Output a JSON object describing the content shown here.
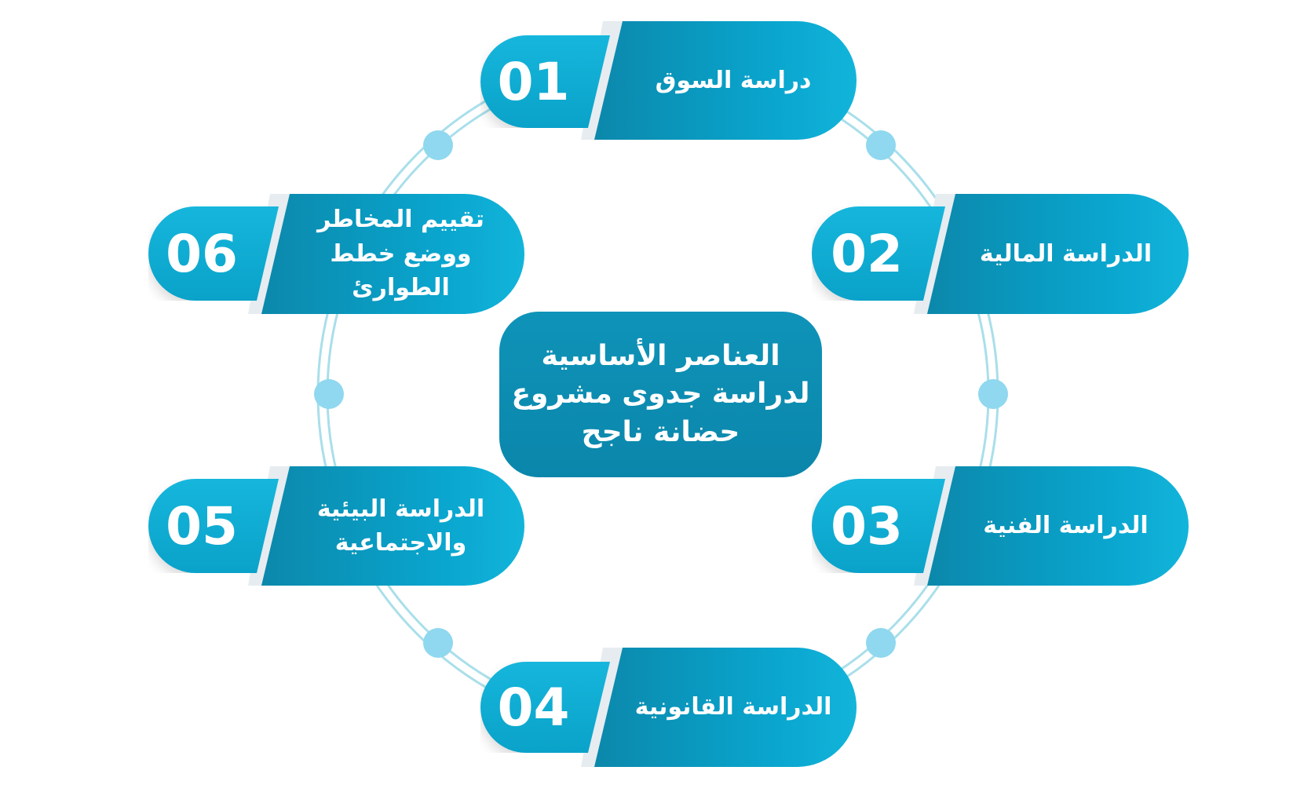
{
  "title": "العناصر الأساسية لدراسة جدوى مشروع حضانة ناجح",
  "items": [
    {
      "number": "01",
      "label": "دراسة السوق"
    },
    {
      "number": "02",
      "label": "الدراسة المالية"
    },
    {
      "number": "03",
      "label": "الدراسة الفنية"
    },
    {
      "number": "04",
      "label": "الدراسة القانونية"
    },
    {
      "number": "05",
      "label": "الدراسة البيئية والاجتماعية"
    },
    {
      "number": "06",
      "label": "تقييم المخاطر ووضع خطط الطوارئ"
    }
  ],
  "colors": {
    "primary": "#0aa6cf",
    "dark": "#0b86ab",
    "ring": "#9fdcea",
    "dot": "#8fd8ef"
  }
}
